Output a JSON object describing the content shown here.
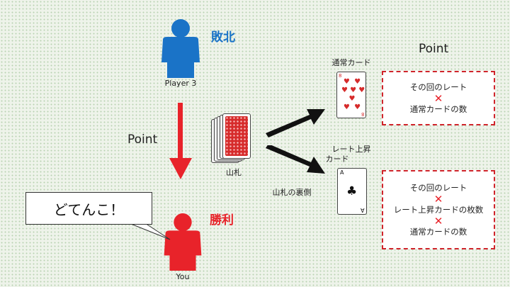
{
  "loser": {
    "result": "敗北",
    "name": "Player 3",
    "color": "#1a73c7"
  },
  "winner": {
    "result": "勝利",
    "name": "You",
    "color": "#e8232a",
    "speech": "どてんこ！"
  },
  "flow_label": "Point",
  "deck": {
    "label": "山札",
    "back_label": "山札の裏側"
  },
  "normal_card": {
    "label": "通常カード",
    "rank": "8",
    "suit": "♥"
  },
  "rate_card": {
    "label_line1": "レート上昇",
    "label_line2": "カード",
    "rank": "A",
    "suit": "♣"
  },
  "point_header": "Point",
  "box1": {
    "line1": "その回のレート",
    "times": "✕",
    "line2": "通常カードの数"
  },
  "box2": {
    "line1": "その回のレート",
    "times1": "✕",
    "line2": "レート上昇カードの枚数",
    "times2": "✕",
    "line3": "通常カードの数"
  }
}
